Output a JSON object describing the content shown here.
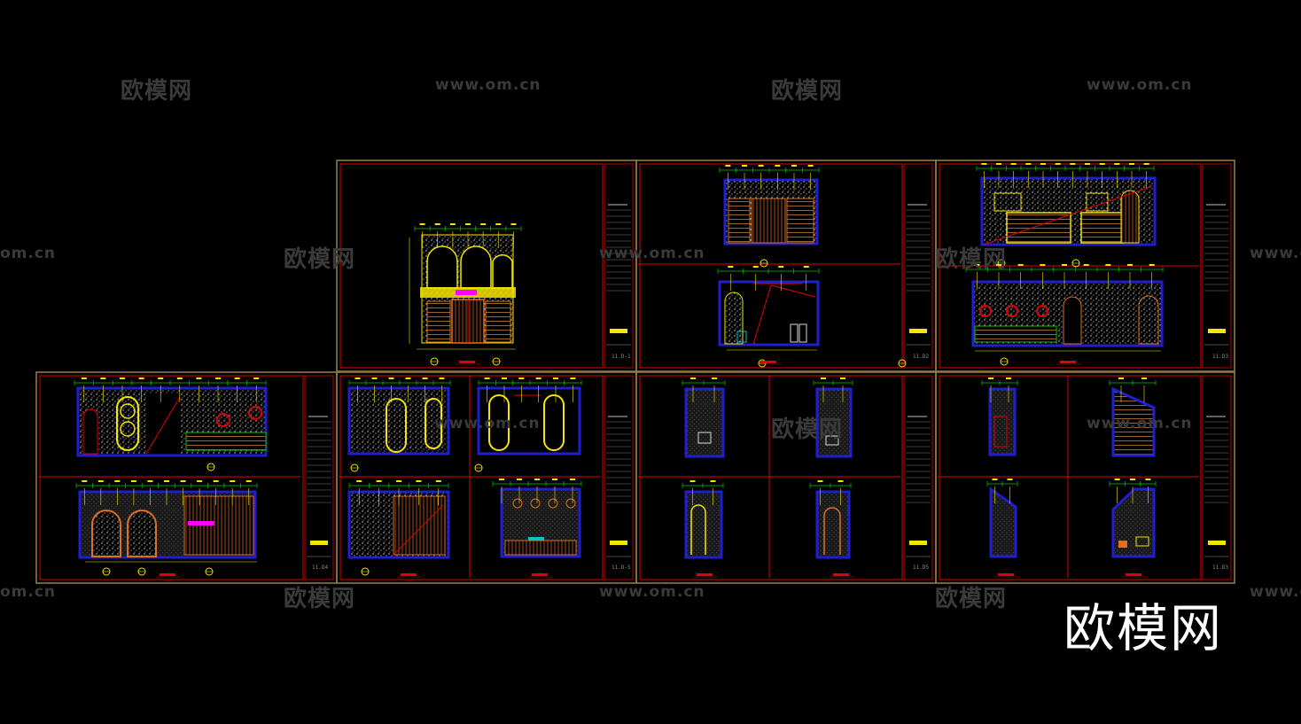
{
  "watermarks": {
    "cn_text": "欧模网",
    "url_text": "www.om.cn",
    "url_partial": "om.cn"
  },
  "logo": {
    "text": "欧模网"
  },
  "sheets": [
    {
      "id": "sheet-1",
      "code": "11.D-1"
    },
    {
      "id": "sheet-2",
      "code": "11.D2"
    },
    {
      "id": "sheet-3",
      "code": "11.D3"
    },
    {
      "id": "sheet-4",
      "code": "11.D4"
    },
    {
      "id": "sheet-5",
      "code": "11.D-5"
    },
    {
      "id": "sheet-6",
      "code": "11.D5"
    },
    {
      "id": "sheet-7",
      "code": "11.D3"
    }
  ],
  "colors": {
    "background": "#000000",
    "sheet_border": "#8a7a45",
    "red_line": "#e00000",
    "blue_wall": "#1f1fd0",
    "yellow_line": "#f4e600",
    "white_hatch": "#d8d8d8",
    "green_dim": "#00c800",
    "magenta": "#ff00ff",
    "orange": "#e07020"
  }
}
